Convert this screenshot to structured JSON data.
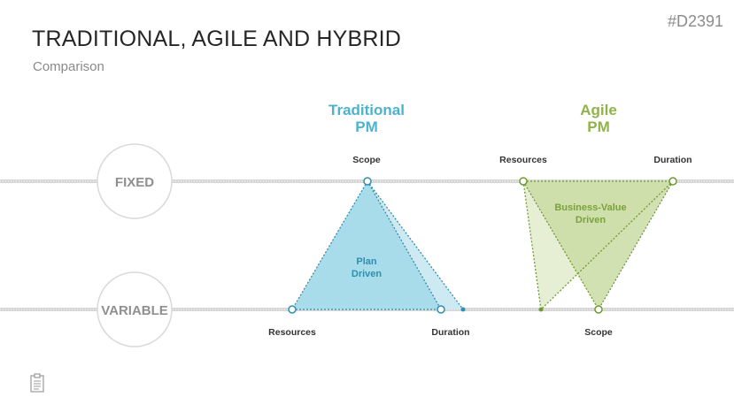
{
  "header": {
    "title": "TRADITIONAL, AGILE AND HYBRID",
    "subtitle": "Comparison",
    "code": "#D2391"
  },
  "rows": {
    "fixed": "FIXED",
    "variable": "VARIABLE"
  },
  "traditional": {
    "heading_line1": "Traditional",
    "heading_line2": "PM",
    "inner_line1": "Plan",
    "inner_line2": "Driven",
    "top_label": "Scope",
    "bottom_left_label": "Resources",
    "bottom_right_label": "Duration"
  },
  "agile": {
    "heading_line1": "Agile",
    "heading_line2": "PM",
    "inner_line1": "Business-Value",
    "inner_line2": "Driven",
    "top_left_label": "Resources",
    "top_right_label": "Duration",
    "bottom_label": "Scope"
  },
  "colors": {
    "traditional": "#4bb3cf",
    "agile": "#8fb34a",
    "rail": "#d6d6d6"
  },
  "icons": {
    "footer": "clipboard-icon"
  }
}
